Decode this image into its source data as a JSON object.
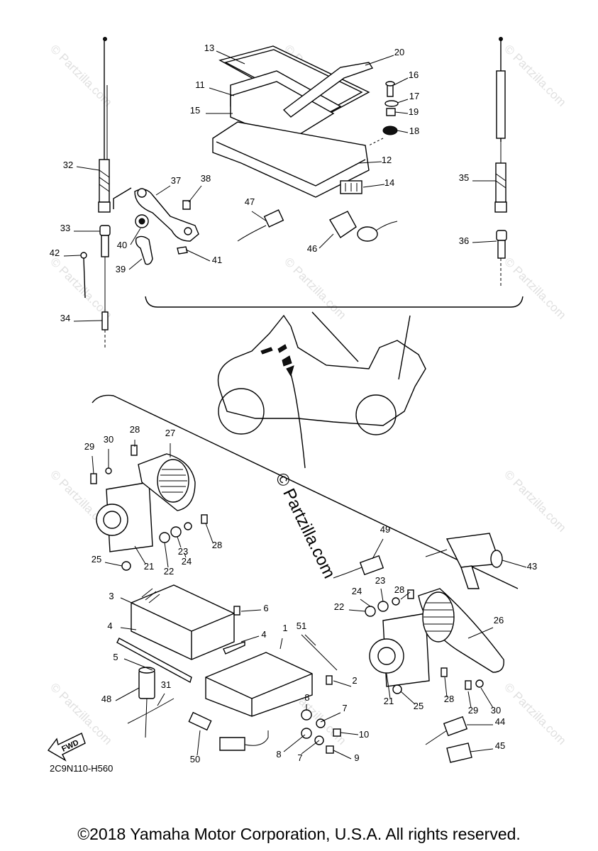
{
  "diagram": {
    "part_code": "2C9N110-H560",
    "fwd_label": "FWD",
    "watermark_main": "© Partzilla.com",
    "watermark_repeat": "© Partzilla.com",
    "callouts": [
      "1",
      "2",
      "3",
      "4",
      "4",
      "5",
      "6",
      "7",
      "7",
      "8",
      "8",
      "9",
      "10",
      "11",
      "12",
      "13",
      "14",
      "15",
      "16",
      "17",
      "18",
      "19",
      "20",
      "21",
      "21",
      "22",
      "22",
      "23",
      "23",
      "24",
      "24",
      "25",
      "25",
      "26",
      "27",
      "28",
      "28",
      "28",
      "28",
      "29",
      "29",
      "30",
      "30",
      "31",
      "32",
      "33",
      "34",
      "35",
      "36",
      "37",
      "38",
      "39",
      "40",
      "41",
      "42",
      "43",
      "44",
      "45",
      "46",
      "47",
      "48",
      "49",
      "50",
      "51"
    ]
  },
  "footer": {
    "copyright": "©2018 Yamaha Motor Corporation, U.S.A. All rights reserved."
  }
}
